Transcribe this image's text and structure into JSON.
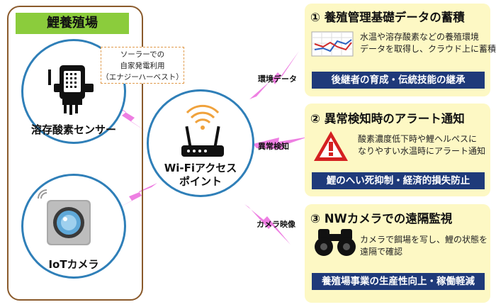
{
  "farm": {
    "title": "鯉養殖場"
  },
  "devices": {
    "sensor_label": "溶存酸素センサー",
    "camera_label": "IoTカメラ"
  },
  "solar": {
    "lines": [
      "ソーラーでの",
      "自家発電利用",
      "（エナジーハーベスト）"
    ]
  },
  "router": {
    "lines": [
      "Wi-Fiアクセス",
      "ポイント"
    ]
  },
  "links": {
    "env": "環境データ",
    "anomaly": "異常検知",
    "video": "カメラ映像"
  },
  "panels": [
    {
      "title": "① 養殖管理基礎データの蓄積",
      "text": [
        "水温や溶存酸素などの養殖環境",
        "データを取得し、クラウド上に蓄積"
      ],
      "benefit": "後継者の育成・伝統技能の継承"
    },
    {
      "title": "② 異常検知時のアラート通知",
      "text": [
        "酸素濃度低下時や鯉ヘルペスに",
        "なりやすい水温時にアラート通知"
      ],
      "benefit": "鯉のへい死抑制・経済的損失防止"
    },
    {
      "title": "③ NWカメラでの遠隔監視",
      "text": [
        "カメラで餌場を写し、鯉の状態を",
        "遠隔で確認"
      ],
      "benefit": "養殖場事業の生産性向上・稼働軽減"
    }
  ],
  "colors": {
    "frame": "#8a5a2b",
    "title_bg": "#8bcc3c",
    "circle": "#2f7fb8",
    "panel_bg": "#fdf8c4",
    "bar_bg": "#1f3a7a",
    "bolt": "#ee7fe2",
    "wifi": "#f0a23c",
    "alert": "#d42020"
  }
}
